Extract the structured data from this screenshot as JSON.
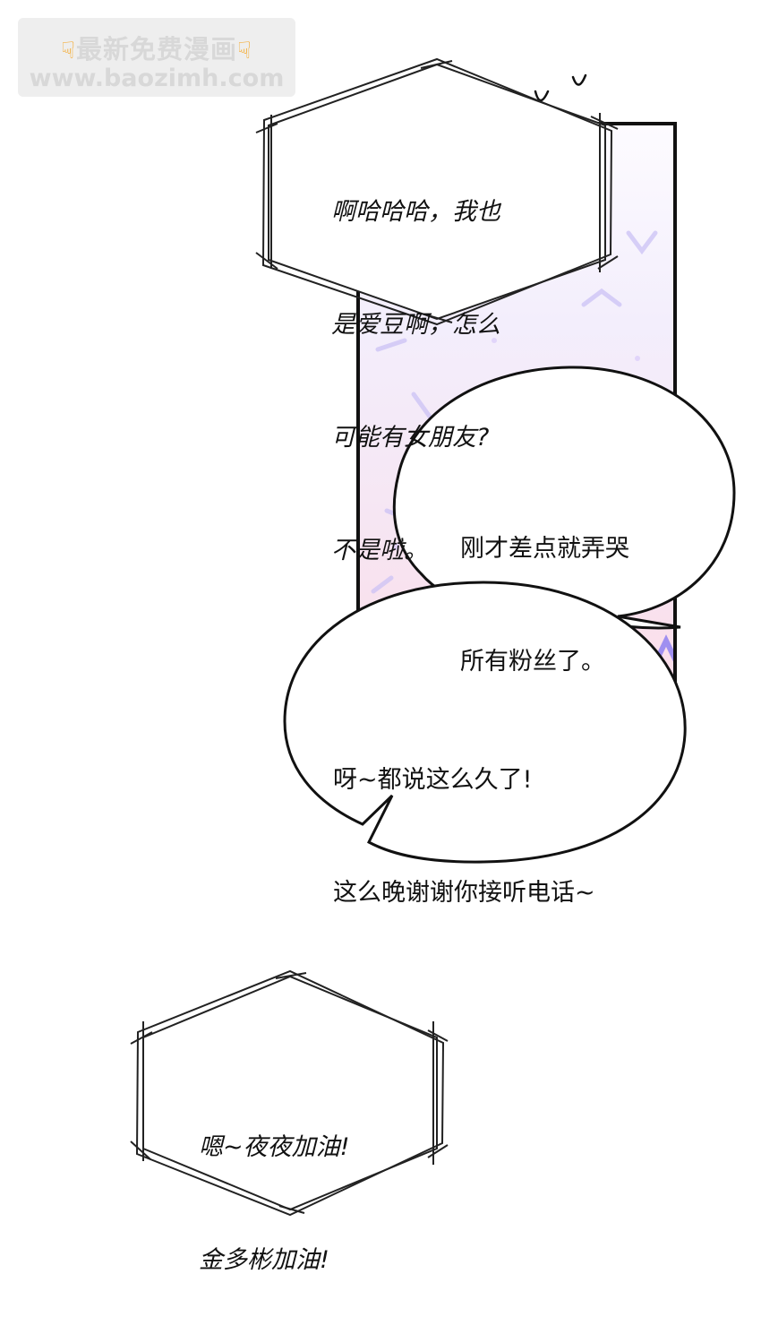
{
  "watermark": {
    "line1": "最新免费漫画",
    "line2": "www.baozimh.com",
    "hand_icon": "pointing-down-hand-icon"
  },
  "bubbles": {
    "hex_top": {
      "lines": [
        "啊哈哈哈，我也",
        "是爱豆啊，怎么",
        "可能有女朋友?",
        "不是啦。"
      ]
    },
    "round_top": {
      "lines": [
        "刚才差点就弄哭",
        "所有粉丝了。"
      ]
    },
    "round_bottom": {
      "lines": [
        "呀~都说这么久了!",
        "这么晚谢谢你接听电话~"
      ]
    },
    "hex_bottom": {
      "lines": [
        "嗯~夜夜加油!",
        "金多彬加油!"
      ]
    }
  },
  "colors": {
    "panel_border": "#111111",
    "panel_pink": "#fbdde9",
    "squiggle": "#b7a6f0"
  }
}
